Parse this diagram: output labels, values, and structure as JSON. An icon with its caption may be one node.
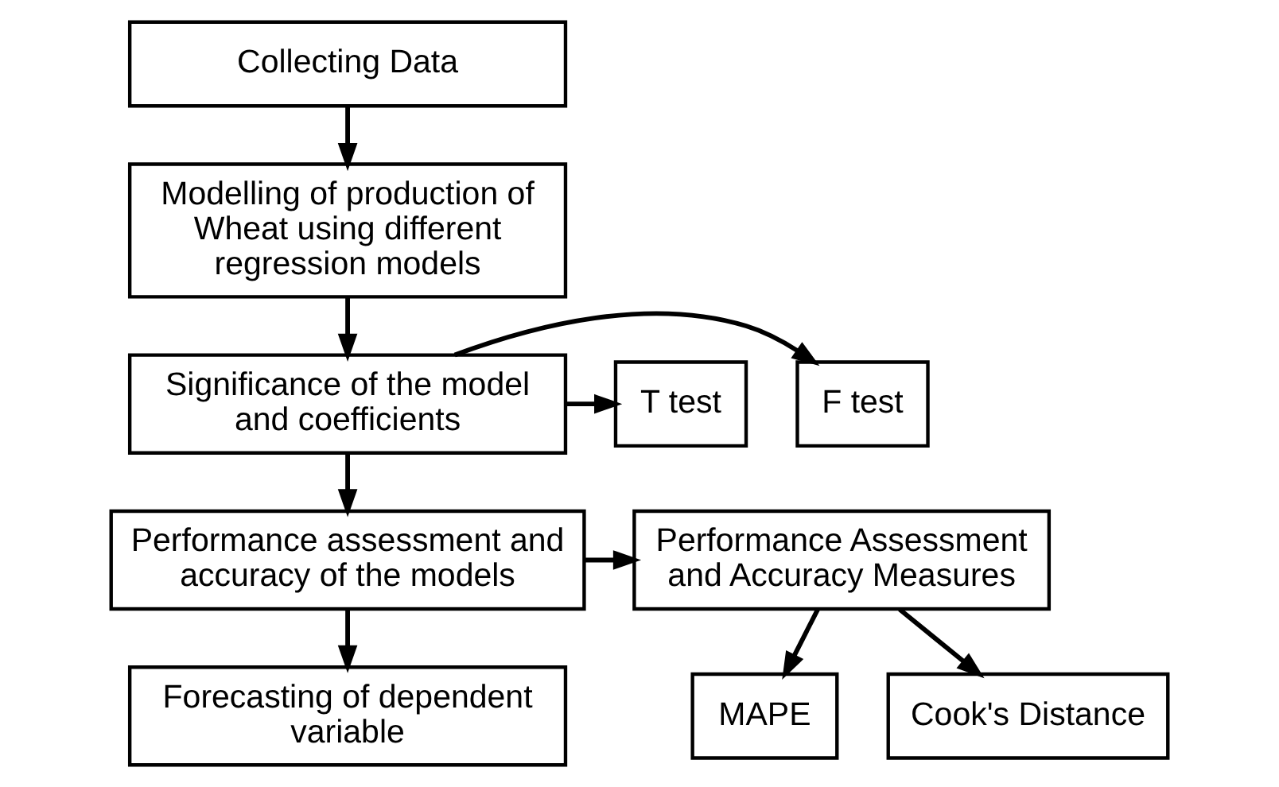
{
  "diagram": {
    "nodes": [
      {
        "text": [
          "Collecting Data"
        ]
      },
      {
        "text": [
          "Modelling of production of Wheat using different regression models"
        ]
      },
      {
        "text": [
          "Significance of the model and coefficients"
        ]
      },
      {
        "text": [
          "F test"
        ]
      },
      {
        "text": [
          "T test"
        ]
      },
      {
        "text": [
          "Performance assessment and accuracy of the models"
        ]
      },
      {
        "text": [
          "Performance Assessment and Accuracy Measures"
        ]
      },
      {
        "text": [
          "MAPE"
        ]
      },
      {
        "text": [
          "Cook's Distance"
        ]
      },
      {
        "text": [
          "Forecasting of dependent variable"
        ]
      }
    ],
    "edges": [
      {
        "from": 0,
        "to": 1,
        "arrow": "to"
      },
      {
        "from": 1,
        "to": 2,
        "arrow": "to"
      },
      {
        "from": 2,
        "to": 3,
        "arrow": "to"
      },
      {
        "from": 2,
        "to": 4,
        "arrow": "to"
      },
      {
        "from": 2,
        "to": 5,
        "arrow": "to"
      },
      {
        "from": 5,
        "to": 6,
        "arrow": "to"
      },
      {
        "from": 6,
        "to": 7,
        "arrow": "to"
      },
      {
        "from": 6,
        "to": 8,
        "arrow": "to"
      },
      {
        "from": 5,
        "to": 9,
        "arrow": "to"
      }
    ]
  }
}
